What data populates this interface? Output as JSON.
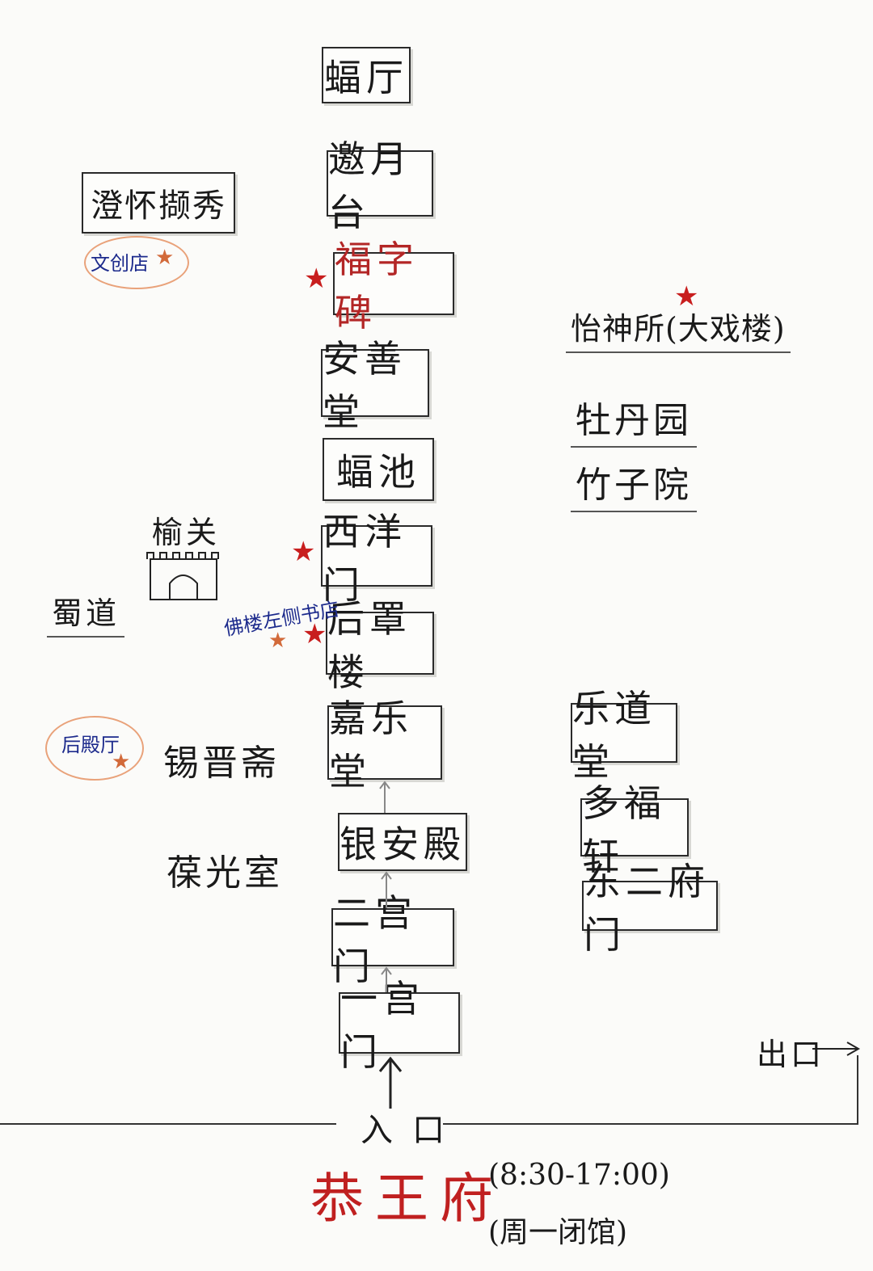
{
  "axis": [
    "蝠厅",
    "邀月台",
    "福字碑",
    "安善堂",
    "蝠池",
    "西洋门",
    "后罩楼",
    "嘉乐堂",
    "银安殿",
    "二宫门",
    "一宫门"
  ],
  "west": {
    "chenghuai": "澄怀撷秀",
    "chenghuai_note": "文创店",
    "yuguan": "榆关",
    "shudao": "蜀道",
    "fulou_note": "佛楼左侧书店",
    "xijinzhai": "锡晋斋",
    "xijin_note": "后殿厅",
    "baoguangshi": "葆光室"
  },
  "east": {
    "yishensuo": "怡神所(大戏楼)",
    "mudanyuan": "牡丹园",
    "zhuziyuan": "竹子院",
    "ledaotang": "乐道堂",
    "duofuxuan": "多福轩",
    "dongerfumen": "东二府门"
  },
  "entrance_label": "入口",
  "exit_label": "出口",
  "title": "恭王府",
  "hours": "(8:30-17:00)",
  "closed": "(周一闭馆)",
  "colors": {
    "red": "#b32626",
    "note_blue": "#1c2a8c",
    "ring": "#e9a27a"
  },
  "icons": [
    "star-icon",
    "gate-tower-icon",
    "arrow-up-icon",
    "arrow-right-icon"
  ]
}
